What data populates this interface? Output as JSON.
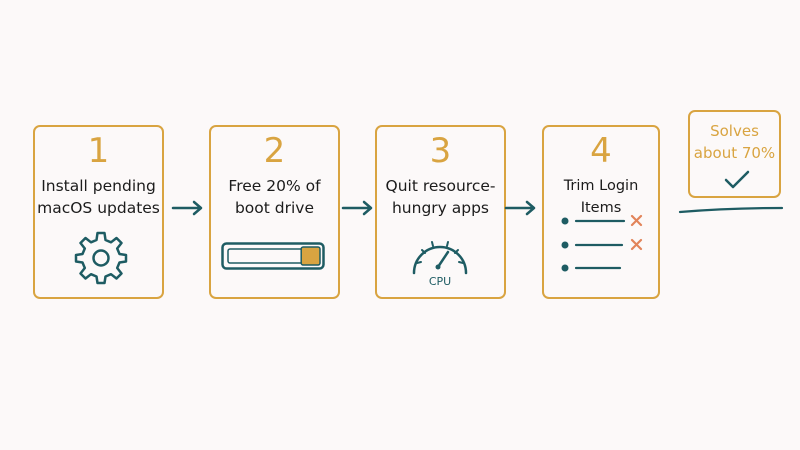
{
  "steps": [
    {
      "number": "1",
      "label": "Install pending\nmacOS updates",
      "icon": "gear-icon"
    },
    {
      "number": "2",
      "label": "Free 20% of\nboot drive",
      "icon": "storage-bar-icon",
      "fill_fraction": 0.2
    },
    {
      "number": "3",
      "label": "Quit resource-\nhungry apps",
      "icon": "cpu-gauge-icon",
      "icon_text": "CPU"
    },
    {
      "number": "4",
      "label": "Trim Login Items",
      "icon": "checklist-icon"
    }
  ],
  "summary": {
    "label": "Solves\nabout 70%",
    "icon": "checkmark-icon"
  },
  "colors": {
    "accent": "#d9a441",
    "teal": "#1e5c63",
    "remove": "#e2845a",
    "text": "#1c1c1c",
    "background": "#fcf9f9"
  }
}
